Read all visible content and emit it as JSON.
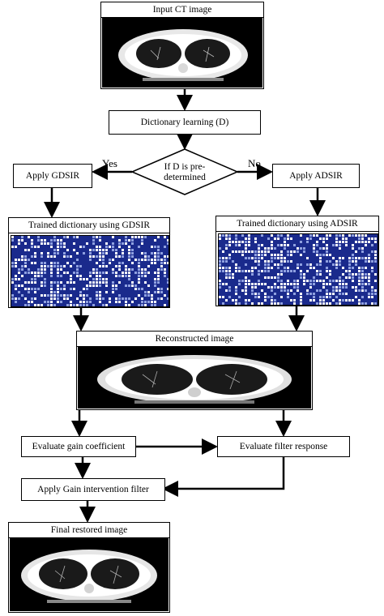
{
  "nodes": {
    "input_ct": "Input CT image",
    "dictionary_learning": "Dictionary learning (D)",
    "decision": "If D is pre-determined",
    "decision_yes": "Yes",
    "decision_no": "No",
    "apply_gdsir": "Apply GDSIR",
    "apply_adsir": "Apply ADSIR",
    "trained_gdsir": "Trained dictionary using GDSIR",
    "trained_adsir": "Trained dictionary using ADSIR",
    "reconstructed": "Reconstructed image",
    "gain_coefficient": "Evaluate gain coefficient",
    "filter_response": "Evaluate filter response",
    "gain_filter": "Apply Gain intervention filter",
    "final_restored": "Final restored image"
  },
  "colors": {
    "dictionary_blue": "#1a2a8c",
    "line": "#000000"
  }
}
